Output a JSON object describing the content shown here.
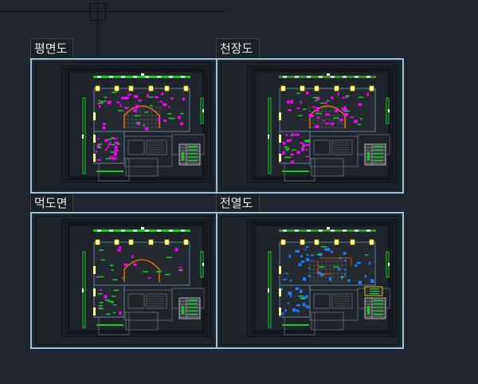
{
  "sheets": [
    {
      "id": "floor-plan",
      "label": "평면도",
      "theme": "magenta"
    },
    {
      "id": "ceiling-plan",
      "label": "천장도",
      "theme": "red"
    },
    {
      "id": "ink-plan",
      "label": "먹도면",
      "theme": "outline"
    },
    {
      "id": "electrical-plan",
      "label": "전열도",
      "theme": "blue"
    }
  ],
  "colors": {
    "background": "#21262e",
    "viewport_border": "#9cc3dc",
    "wall_green": "#19c92a",
    "window_yellow": "#ffff99",
    "furniture_magenta": "#ff00ff",
    "fixture_red": "#ff2020",
    "outlet_blue": "#1e7bff",
    "structure_gray": "#6b6f74",
    "arc_orange": "#ff7a00"
  },
  "cursor": {
    "type": "crosshair-icon"
  }
}
